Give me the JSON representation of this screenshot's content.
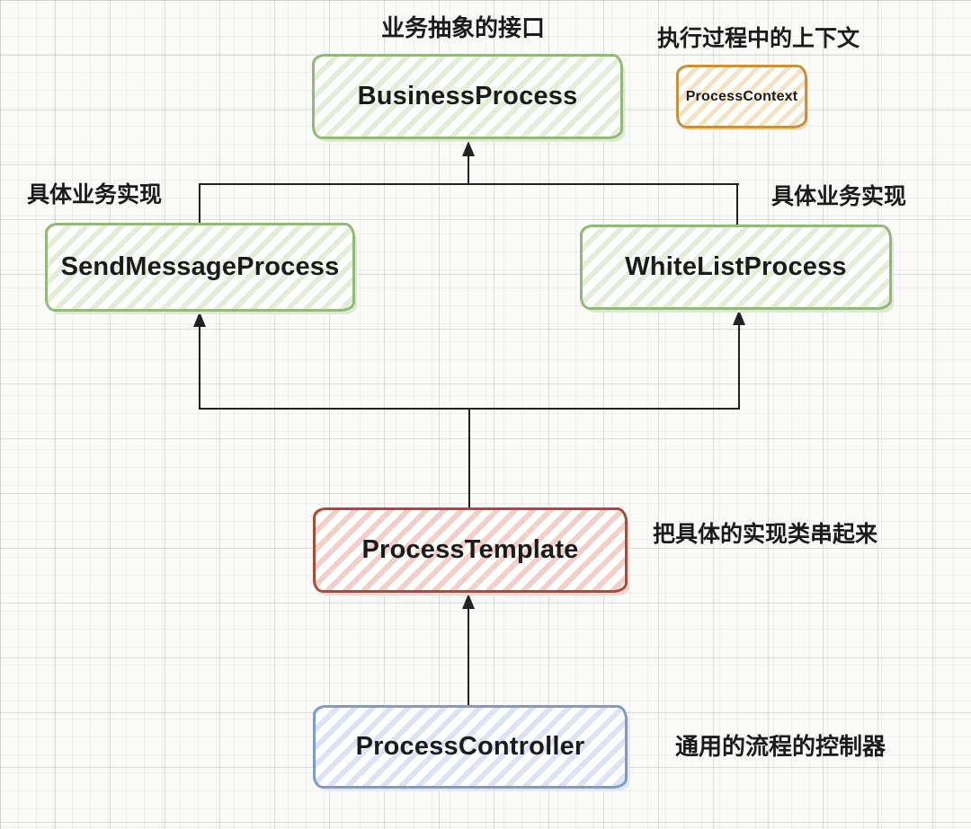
{
  "diagram": {
    "type": "class-hierarchy-sketch",
    "boxes": {
      "business_process": {
        "label": "BusinessProcess",
        "annotation": "业务抽象的接口",
        "style": "green"
      },
      "process_context": {
        "label": "ProcessContext",
        "annotation": "执行过程中的上下文",
        "style": "orange"
      },
      "send_message_process": {
        "label": "SendMessageProcess",
        "annotation": "具体业务实现",
        "style": "green"
      },
      "white_list_process": {
        "label": "WhiteListProcess",
        "annotation": "具体业务实现",
        "style": "green"
      },
      "process_template": {
        "label": "ProcessTemplate",
        "annotation": "把具体的实现类串起来",
        "style": "red"
      },
      "process_controller": {
        "label": "ProcessController",
        "annotation": "通用的流程的控制器",
        "style": "blue"
      }
    },
    "edges": [
      {
        "from": "send_message_process",
        "to": "business_process",
        "arrow": "to"
      },
      {
        "from": "white_list_process",
        "to": "business_process",
        "arrow": "to"
      },
      {
        "from": "process_template",
        "to": "send_message_process",
        "arrow": "to"
      },
      {
        "from": "process_template",
        "to": "white_list_process",
        "arrow": "to"
      },
      {
        "from": "process_controller",
        "to": "process_template",
        "arrow": "to"
      }
    ],
    "colors": {
      "green_border": "#94b87c",
      "green_stripe": "#e3edd7",
      "orange_border": "#c5923e",
      "orange_stripe": "#f5e2c3",
      "red_border": "#a54b3f",
      "red_stripe": "#f2cfc8",
      "blue_border": "#7e9cc6",
      "blue_stripe": "#dce4f4",
      "line": "#222222",
      "text": "#1b1b1b"
    }
  }
}
